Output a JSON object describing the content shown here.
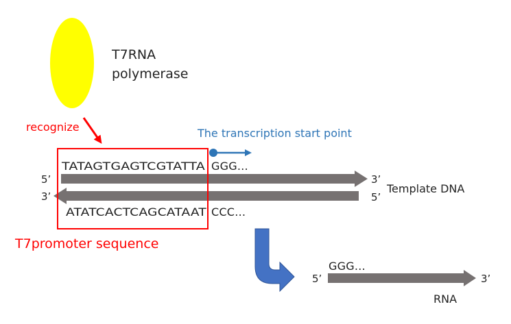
{
  "enzyme": {
    "label_line1": "T7RNA",
    "label_line2": "polymerase"
  },
  "recognize_label": "recognize",
  "start_point_label": "The transcription start point",
  "dna": {
    "top_strand_promoter": "TATAGTGAGTCGTATTA",
    "top_strand_after": "GGG…",
    "bottom_strand_promoter": "ATATCACTCAGCATAAT",
    "bottom_strand_after": "CCC…",
    "top_left_end": "5’",
    "top_right_end": "3’",
    "bottom_left_end": "3’",
    "bottom_right_end": "5’",
    "template_label": "Template DNA"
  },
  "promoter_label": "T7promoter sequence",
  "rna": {
    "sequence": "GGG…",
    "left_end": "5’",
    "right_end": "3’",
    "label": "RNA"
  },
  "colors": {
    "enzyme_fill": "#ffff00",
    "red": "#ff0000",
    "blue": "#2e75b6",
    "big_arrow_blue": "#4472c4",
    "strand_gray": "#767171",
    "text": "#222222"
  }
}
